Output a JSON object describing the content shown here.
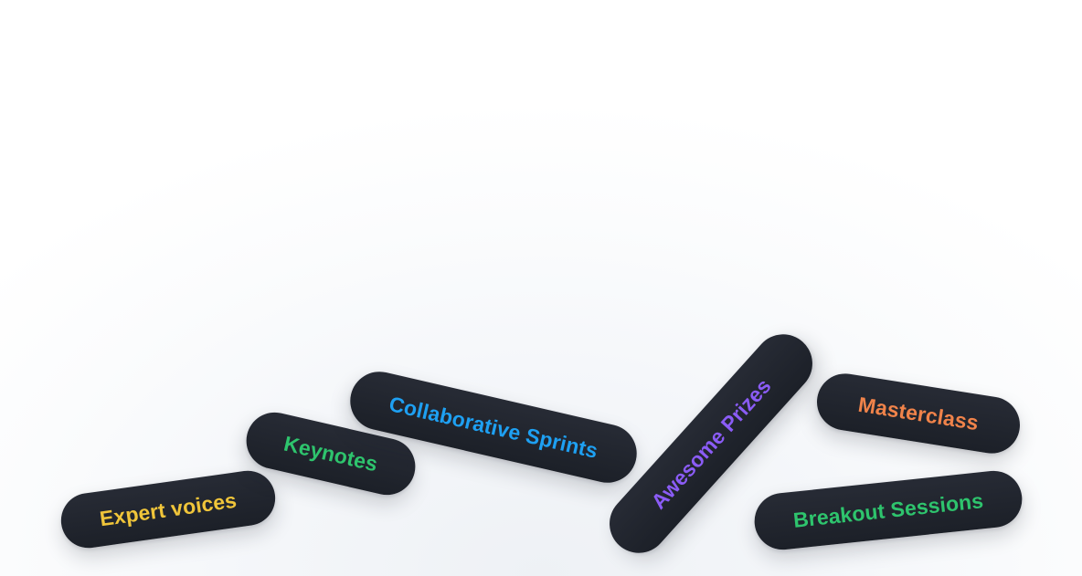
{
  "tags": {
    "expert_voices": {
      "label": "Expert voices",
      "color": "#f0c53a"
    },
    "keynotes": {
      "label": "Keynotes",
      "color": "#2ec46d"
    },
    "collaborative_sprints": {
      "label": "Collaborative Sprints",
      "color": "#1ea0f2"
    },
    "awesome_prizes": {
      "label": "Awesome Prizes",
      "color": "#8b5cf6"
    },
    "masterclass": {
      "label": "Masterclass",
      "color": "#f0834a"
    },
    "breakout_sessions": {
      "label": "Breakout Sessions",
      "color": "#2ec46d"
    }
  },
  "colors": {
    "pill_background": "#22262f",
    "page_background": "#f3f5f8"
  }
}
